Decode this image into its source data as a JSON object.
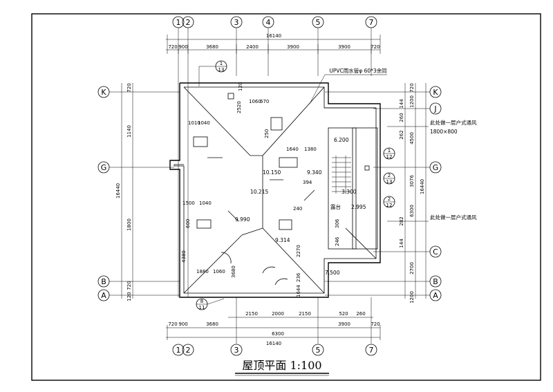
{
  "drawing": {
    "title": "屋顶平面  1:100",
    "pipe_note": "UPVC雨水管φ 60*3余同",
    "vent_note_1": "此处做一层户式通风",
    "vent_note_2": "1800×800",
    "vent_note_3": "此处做一层户式通风",
    "terrace_label": "露台"
  },
  "axes": {
    "columns": [
      "1",
      "2",
      "3",
      "4",
      "5",
      "7"
    ],
    "rows": [
      "K",
      "J",
      "G",
      "C",
      "B",
      "A"
    ]
  },
  "dimensions": {
    "top_segments": [
      "720",
      "900",
      "3680",
      "2400",
      "3900",
      "3900",
      "720"
    ],
    "top_total": "16140",
    "bottom_segments_1": [
      "2150",
      "2000",
      "2150",
      "520",
      "260"
    ],
    "bottom_segments_2": [
      "720",
      "900",
      "3680",
      "6300",
      "3900",
      "720"
    ],
    "bottom_total": "16140",
    "left_segments": [
      "720",
      "1140",
      "1800",
      "720",
      "120"
    ],
    "left_total": "16440",
    "right_segments": [
      "720",
      "1200",
      "4500",
      "3076",
      "6300",
      "2700",
      "1200"
    ],
    "right_total": "16440",
    "right_inner": [
      "144",
      "260",
      "262",
      "3076",
      "282",
      "306",
      "144"
    ]
  },
  "elevations": [
    "6.200",
    "10.150",
    "9.340",
    "10.215",
    "9.990",
    "9.314",
    "3.300",
    "2.995",
    "7.500"
  ],
  "detail_marks": [
    {
      "num": "1",
      "sheet": "13"
    },
    {
      "num": "1",
      "sheet": "12"
    },
    {
      "num": "2",
      "sheet": "13"
    },
    {
      "num": "2",
      "sheet": "12"
    },
    {
      "num": "8",
      "sheet": "11"
    }
  ],
  "inner_dims": [
    "1060",
    "670",
    "1010",
    "1040",
    "1640",
    "1380",
    "1500",
    "1040",
    "1880",
    "1060",
    "2520",
    "2270",
    "236",
    "1644",
    "394",
    "246",
    "240",
    "306",
    "250",
    "600",
    "4380",
    "3680",
    "120"
  ]
}
